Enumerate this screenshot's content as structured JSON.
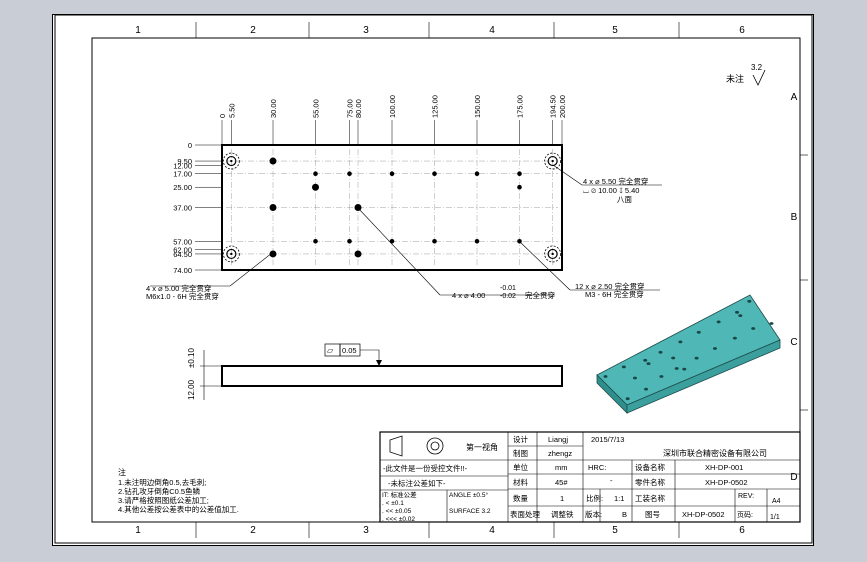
{
  "frame": {
    "top_zones": [
      "1",
      "2",
      "3",
      "4",
      "5",
      "6"
    ],
    "bottom_zones": [
      "1",
      "2",
      "3",
      "4",
      "5",
      "6"
    ],
    "side_zones": [
      "A",
      "B",
      "C",
      "D"
    ]
  },
  "roughness": {
    "label": "未注",
    "value": "3.2"
  },
  "dims": {
    "top": [
      "0",
      "5.50",
      "30.00",
      "55.00",
      "75.00",
      "80.00",
      "100.00",
      "125.00",
      "150.00",
      "175.00",
      "194.50",
      "200.00"
    ],
    "left": [
      "0",
      "9.50",
      "12.00",
      "17.00",
      "25.00",
      "37.00",
      "57.00",
      "62.00",
      "64.50",
      "74.00"
    ],
    "thickness": {
      "value": "12.00",
      "tol": "±0.10"
    }
  },
  "callouts": {
    "c1_line1": "4 x ⌀ 5.50 完全贯穿",
    "c1_line2": "⌴ ⌀ 10.00 ↧ 5.40",
    "c1_line3": "八面",
    "c2_line1": "4 x ⌀ 5.00 完全贯穿",
    "c2_line2": "M6x1.0 - 6H 完全贯穿",
    "c3_line1": "4 x ⌀ 4.00",
    "c3_tol_up": "-0.01",
    "c3_tol_dn": "-0.02",
    "c3_suffix": "完全贯穿",
    "c4_line1": "12 x ⌀ 2.50 完全贯穿",
    "c4_line2": "M3 - 6H 完全贯穿",
    "flatness_sym": "▱",
    "flatness_val": "0.05"
  },
  "notes": {
    "title": "注",
    "items": [
      "1.未注明边倒角0.5,去毛刺;",
      "2.钻孔攻牙倒角C0.5鱼鳞",
      "3.请严格按照图纸公差加工;",
      "4.其他公差按公差表中的公差值加工."
    ]
  },
  "title_block": {
    "projection": "第一视角",
    "warning": "-此文件是一份受控文件!!-",
    "tol_header": "-未标注公差如下-",
    "tol_rows": [
      "IT: 标准公差",
      ". <    ±0.1",
      ". <<   ±0.05",
      ". <<<  ±0.02"
    ],
    "angle_tol": "ANGLE  ±0.5°",
    "surface_label": "SURFACE  3.2",
    "design_label": "设计",
    "design_val": "Liangj",
    "design_date": "2015/7/13",
    "draw_label": "制图",
    "draw_val": "zhengz",
    "unit_label": "单位",
    "unit_val": "mm",
    "hrc_label": "HRC:",
    "hrc_val": "-",
    "material_label": "材料",
    "material_val": "45#",
    "qty_label": "数量",
    "qty_val": "1",
    "scale_label": "比例:",
    "scale_val": "1:1",
    "surface_treat_label": "表面处理",
    "surface_treat_val": "调整铁",
    "version_label": "版本:",
    "version_val": "B",
    "company": "深圳市联合精密设备有限公司",
    "equip_name_label": "设备名称",
    "equip_name_val": "XH-DP-001",
    "part_name_label": "零件名称",
    "part_name_val": "XH-DP-0502",
    "process_label": "工装名称",
    "rev_label": "REV:",
    "rev_val": "A4",
    "drawing_no_label": "图号",
    "drawing_no_val": "XH-DP-0502",
    "page_label": "页码:",
    "page_val": "1/1"
  },
  "colors": {
    "part3d": "#4fb7b5",
    "part3d_side": "#2f8f8d",
    "sheet_bg": "#c9ced6"
  }
}
